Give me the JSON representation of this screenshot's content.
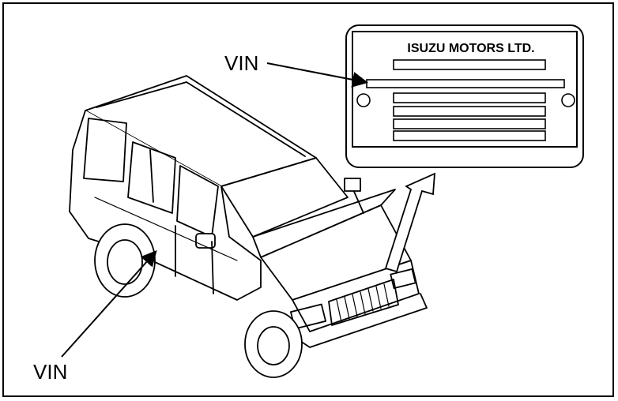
{
  "plate": {
    "manufacturer": "ISUZU MOTORS LTD."
  },
  "callouts": {
    "plate_vin": "VIN",
    "door_vin": "VIN"
  }
}
